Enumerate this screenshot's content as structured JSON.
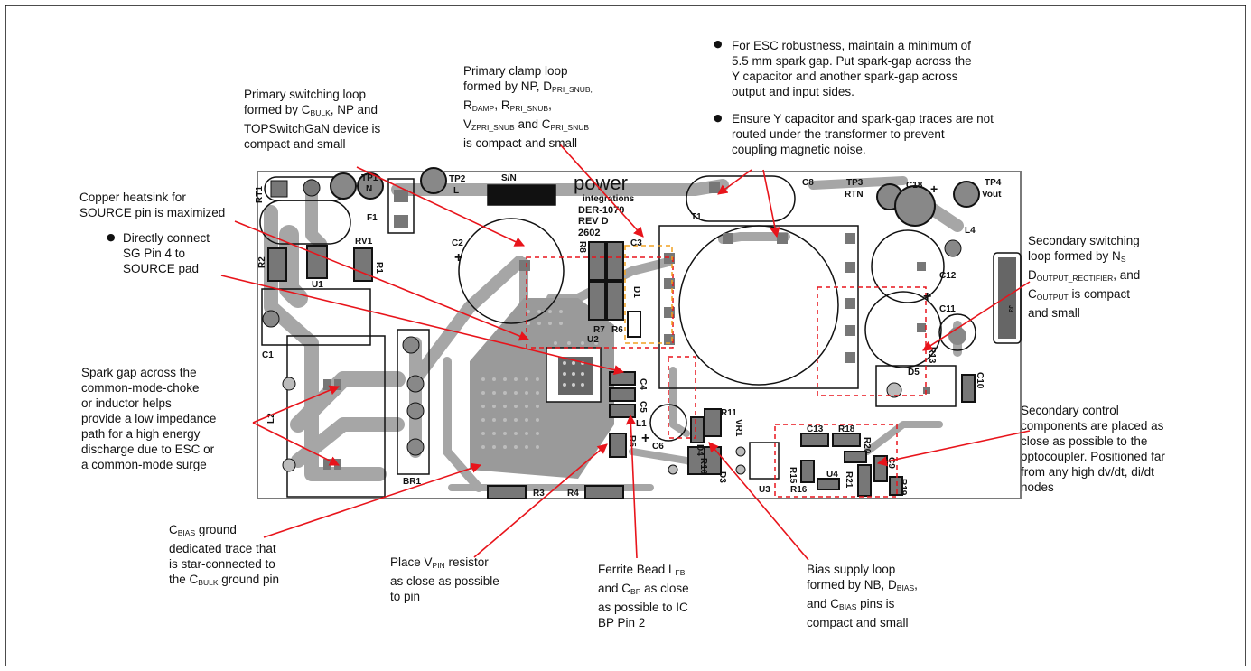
{
  "pcb": {
    "brand_logo": "power",
    "brand_logo_sub": "integrations",
    "board_id": "DER-1079",
    "rev": "REV D",
    "date_code": "2602",
    "serial_label": "S/N",
    "refs": {
      "tp1": "TP1",
      "tp1_sub": "N",
      "tp2": "TP2",
      "tp2_sub": "L",
      "tp3": "TP3",
      "tp3_sub": "RTN",
      "tp4": "TP4",
      "tp4_sub": "Vout",
      "f1": "F1",
      "rt1": "RT1",
      "rv1": "RV1",
      "r1": "R1",
      "r2": "R2",
      "u1": "U1",
      "c1": "C1",
      "l2": "L2",
      "br1": "BR1",
      "c2": "C2",
      "u2": "U2",
      "r3": "R3",
      "r4": "R4",
      "r5": "R5",
      "r6": "R6",
      "r7": "R7",
      "r8": "R8",
      "c3": "C3",
      "d1": "D1",
      "c4": "C4",
      "l1": "L1",
      "c5": "C5",
      "c6": "C6",
      "t1": "T1",
      "r10": "R10",
      "r11": "R11",
      "vr1": "VR1",
      "d4": "D4",
      "d3": "D3",
      "u3": "U3",
      "c13": "C13",
      "r18": "R18",
      "r20": "R20",
      "r15": "R15",
      "r16": "R16",
      "u4": "U4",
      "r21": "R21",
      "c9": "C9",
      "r19": "R19",
      "c8": "C8",
      "c18": "C18",
      "l4": "L4",
      "c12": "C12",
      "c11": "C11",
      "r13": "R13",
      "d5": "D5",
      "c10": "C10",
      "j3": "J3",
      "plus": "+"
    }
  },
  "annotations": {
    "primary_switching": [
      "Primary switching loop",
      "formed by C",
      "BULK",
      ", NP and",
      "TOPSwitchGaN device is",
      "compact and small"
    ],
    "primary_clamp": [
      "Primary clamp loop",
      "formed by NP, D",
      "PRI_SNUB,",
      "R",
      "DAMP",
      ", R",
      "PRI_SNUB",
      ",",
      "V",
      "ZPRI_SNUB",
      " and C",
      "PRI_SNUB",
      "is compact and small"
    ],
    "esc_bullets": [
      "For ESC robustness, maintain a minimum of\n5.5 mm spark gap. Put spark-gap across the\nY capacitor and another spark-gap across\noutput and input sides.",
      "Ensure Y capacitor and spark-gap traces are not\nrouted under the transformer to prevent\ncoupling magnetic noise."
    ],
    "copper_heatsink": "Copper heatsink for\nSOURCE pin is maximized",
    "directly_connect": "Directly connect\nSG Pin 4 to\nSOURCE pad",
    "spark_gap_cmc": "Spark gap across the\ncommon-mode-choke\nor inductor helps\nprovide a low impedance\npath for a high energy\ndischarge due to ESC or\na common-mode surge",
    "secondary_switching": [
      "Secondary switching",
      "loop formed by N",
      "S",
      "D",
      "OUTPUT_RECTIFIER",
      ", and",
      "C",
      "OUTPUT",
      " is compact",
      "and small"
    ],
    "secondary_control": "Secondary control\ncomponents are placed as\nclose as possible to the\noptocoupler. Positioned far\nfrom any high dv/dt, di/dt\nnodes",
    "cbias_ground": [
      "C",
      "BIAS",
      " ground",
      "dedicated trace that",
      "is star-connected to",
      "the C",
      "BULK",
      " ground pin"
    ],
    "vpin_resistor": [
      "Place V",
      "PIN",
      " resistor",
      "as close as possible",
      "to pin"
    ],
    "ferrite_bead": [
      "Ferrite Bead L",
      "FB",
      "and C",
      "BP",
      " as close",
      "as possible to IC",
      "BP Pin 2"
    ],
    "bias_supply": [
      "Bias supply loop",
      "formed by NB, D",
      "BIAS",
      ",",
      "and C",
      "BIAS",
      " pins is",
      "compact and small"
    ]
  },
  "colors": {
    "board": "#ffffff",
    "board_outline": "#7a7a7a",
    "trace": "#a6a6a6",
    "pad": "#777777",
    "silk": "#111111",
    "callout_arrow": "#e8141b",
    "loop_dashes": "#e8141b",
    "clamp_dashes": "#f0a020"
  },
  "icons": [
    "bullet-icon",
    "arrow-icon"
  ]
}
